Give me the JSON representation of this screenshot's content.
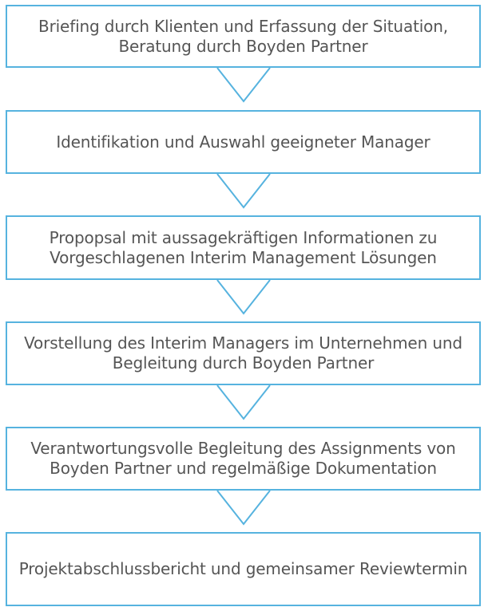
{
  "steps": [
    {
      "text": "Briefing durch Klienten und Erfassung der Situation,\nBeratung durch Boyden Partner"
    },
    {
      "text": "Identifikation und Auswahl geeigneter Manager"
    },
    {
      "text": "Propopsal mit aussagekräftigen Informationen zu\nVorgeschlagenen Interim Management Lösungen"
    },
    {
      "text": "Vorstellung des Interim Managers im Unternehmen und\nBegleitung durch Boyden Partner"
    },
    {
      "text": "Verantwortungsvolle Begleitung des Assignments von\nBoyden Partner und regelmäßige Dokumentation"
    },
    {
      "text": "Projektabschlussbericht und gemeinsamer Reviewtermin"
    }
  ],
  "colors": {
    "border": "#56b3df",
    "text": "#555555",
    "background": "#ffffff"
  },
  "icons": {
    "connector": "chevron-down-icon"
  }
}
